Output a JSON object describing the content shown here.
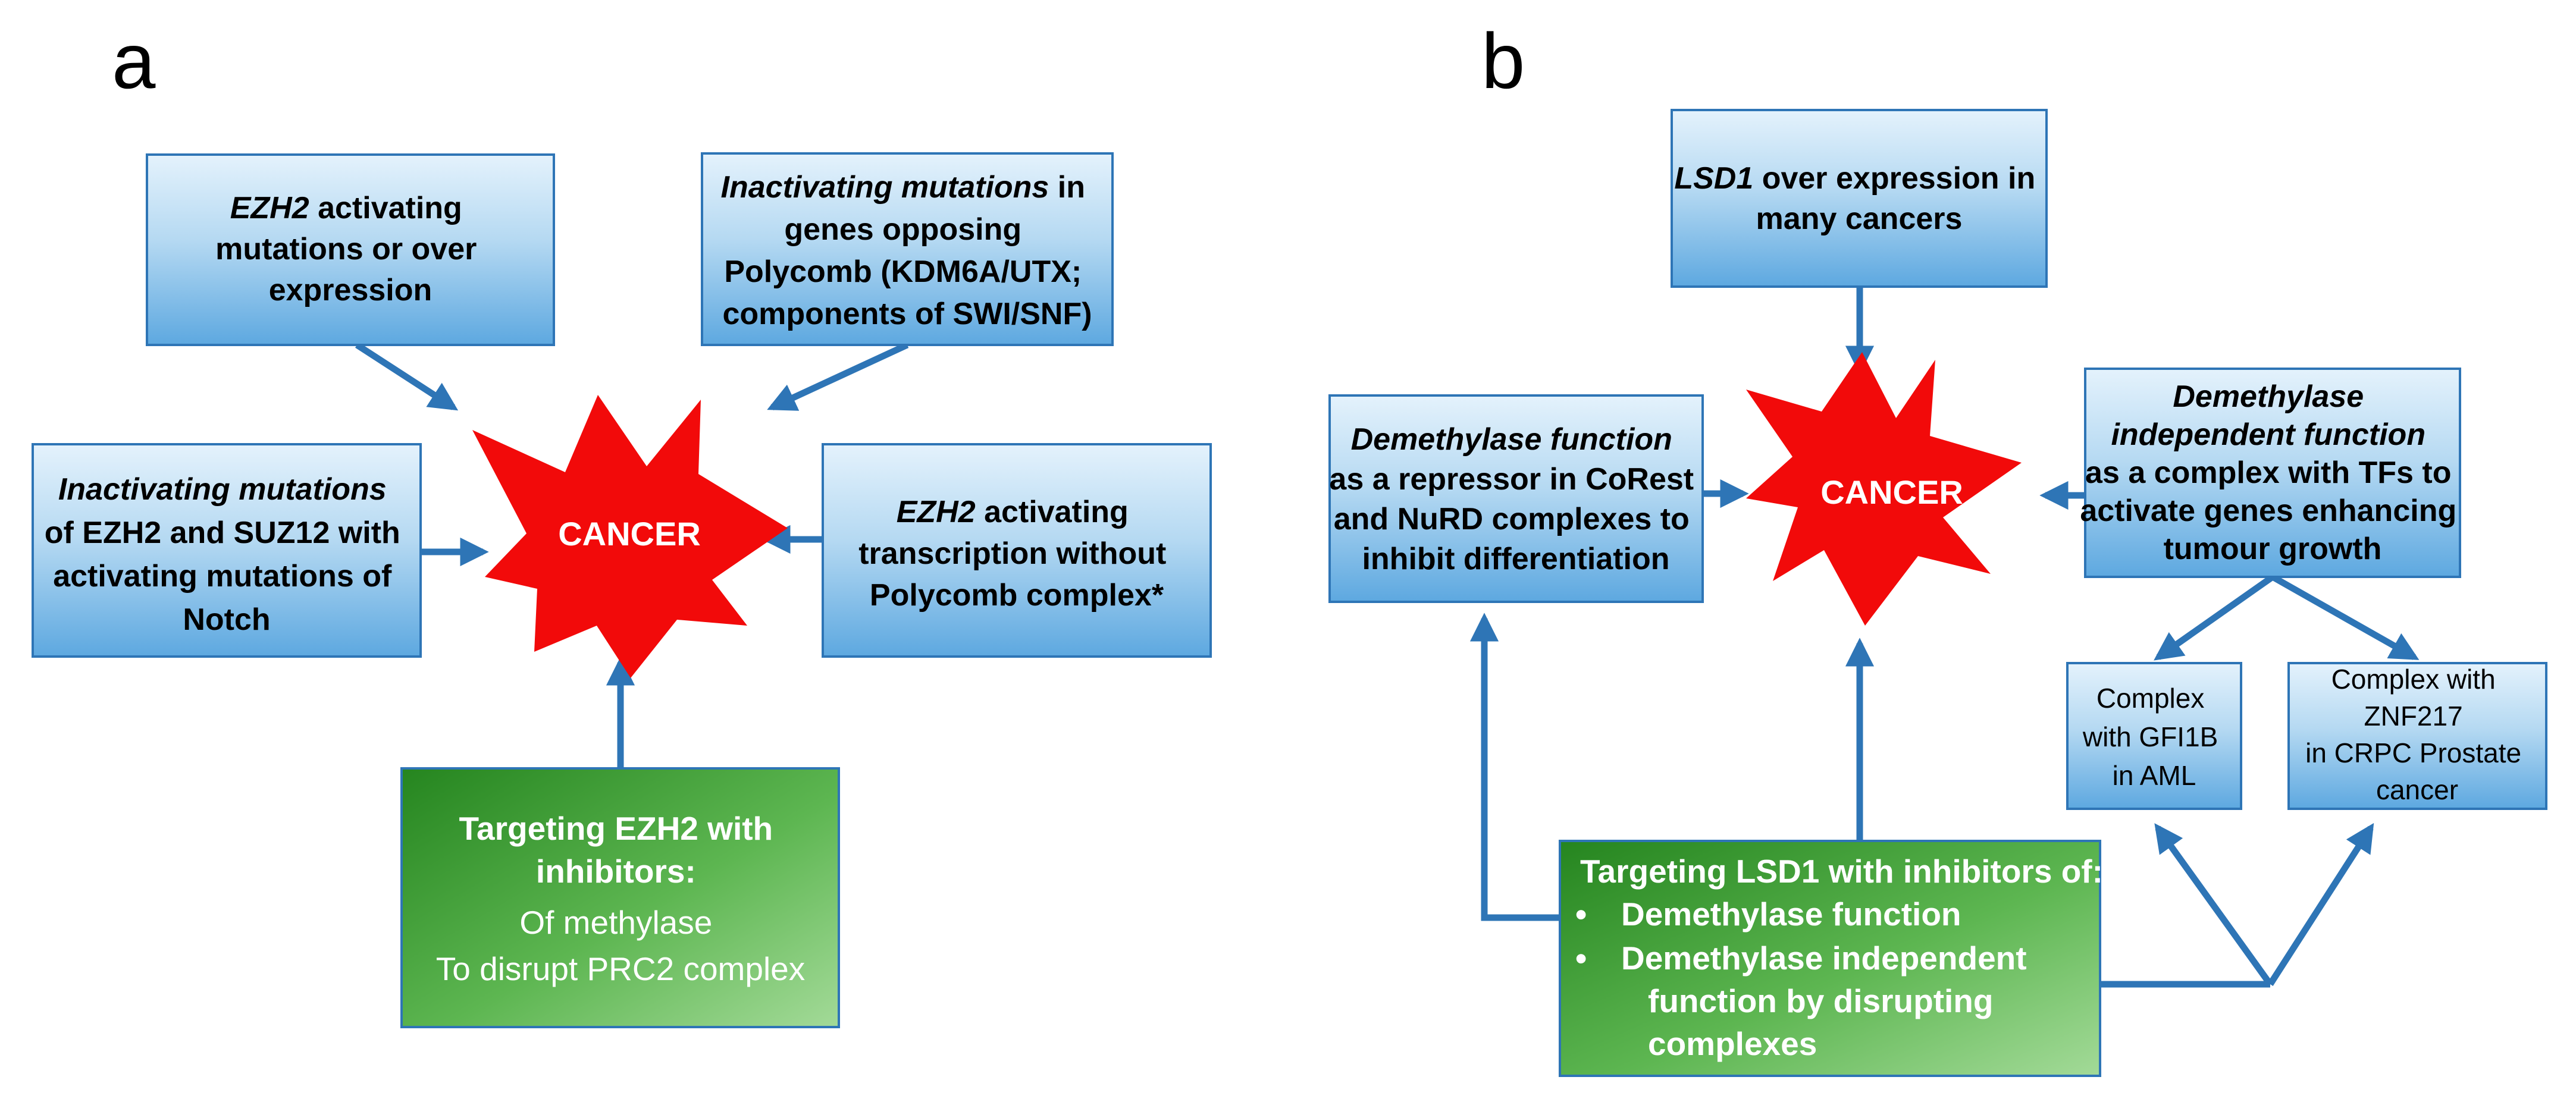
{
  "panel_a": {
    "label": "a",
    "center": "CANCER",
    "box_ezh2_overexpression": {
      "italic": "EZH2",
      "rest": " activating",
      "line2": "mutations or over",
      "line3": "expression"
    },
    "box_inactivating_opposing": {
      "italic": "Inactivating mutations",
      "rest": " in",
      "line2": "genes opposing",
      "line3": "Polycomb (KDM6A/UTX;",
      "line4": "components of SWI/SNF)"
    },
    "box_inactivating_ezh2": {
      "italic": "Inactivating mutations",
      "line2": "of EZH2 and SUZ12 with",
      "line3": "activating mutations of",
      "line4": "Notch"
    },
    "box_ezh2_transcription": {
      "italic": "EZH2",
      "rest": " activating",
      "line2": "transcription without",
      "line3": "Polycomb complex*"
    },
    "box_targeting": {
      "line1": "Targeting EZH2 with",
      "line2": "inhibitors:",
      "line3": "Of methylase",
      "line4": "To disrupt PRC2 complex"
    }
  },
  "panel_b": {
    "label": "b",
    "center": "CANCER",
    "box_lsd1_overexpression": {
      "italic": "LSD1",
      "rest": " over expression  in",
      "line2": "many cancers"
    },
    "box_demethylase_function": {
      "italic": "Demethylase function",
      "line2": "as a repressor in CoRest",
      "line3": "and NuRD complexes to",
      "line4": "inhibit differentiation"
    },
    "box_demethylase_independent": {
      "italic1": "Demethylase",
      "italic2": "independent function",
      "line3": "as a complex with TFs to",
      "line4": "activate genes enhancing",
      "line5": "tumour growth"
    },
    "box_gfi1b": {
      "line1": "Complex",
      "line2": "with GFI1B",
      "line3": "in AML"
    },
    "box_znf217": {
      "line1": "Complex with",
      "line2": "ZNF217",
      "line3": "in CRPC Prostate",
      "line4": "cancer"
    },
    "box_targeting": {
      "line1": "Targeting LSD1 with inhibitors of:",
      "bullet": "•",
      "item1": "Demethylase function",
      "item2a": "Demethylase independent",
      "item2b": "function by disrupting",
      "item2c": "complexes"
    }
  },
  "colors": {
    "connector": "#2E75B6",
    "burst": "#F20A0A",
    "box_top": "#D6EBF9",
    "box_bottom": "#5EA9E1",
    "green_dark": "#2E8B28",
    "green_light": "#8FD085"
  }
}
